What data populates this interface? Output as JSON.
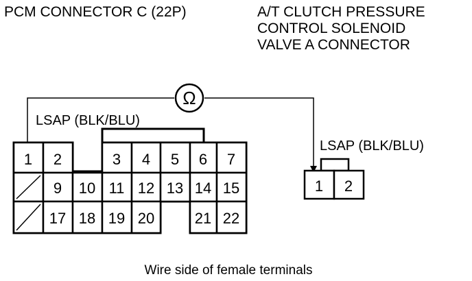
{
  "titles": {
    "pcm_connector": "PCM CONNECTOR C (22P)",
    "solenoid_line1": "A/T CLUTCH PRESSURE",
    "solenoid_line2": "CONTROL SOLENOID",
    "solenoid_line3": "VALVE A CONNECTOR"
  },
  "meter_symbol": "Ω",
  "wire_labels": {
    "pcm_side": "LSAP (BLK/BLU)",
    "solenoid_side": "LSAP (BLK/BLU)"
  },
  "pcm_pins": {
    "p1": "1",
    "p2": "2",
    "p3": "3",
    "p4": "4",
    "p5": "5",
    "p6": "6",
    "p7": "7",
    "p9": "9",
    "p10": "10",
    "p11": "11",
    "p12": "12",
    "p13": "13",
    "p14": "14",
    "p15": "15",
    "p17": "17",
    "p18": "18",
    "p19": "19",
    "p20": "20",
    "p21": "21",
    "p22": "22"
  },
  "solenoid_pins": {
    "p1": "1",
    "p2": "2"
  },
  "caption": "Wire side of female terminals"
}
